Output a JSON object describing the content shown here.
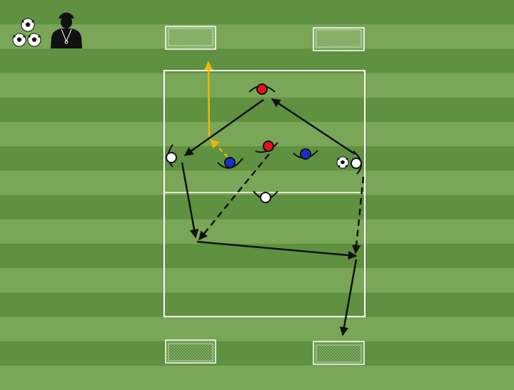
{
  "colors": {
    "grass_dark": "#5f9140",
    "grass_light": "#7aa657",
    "lines": "#ffffff",
    "red_player": "#e4141b",
    "blue_player": "#1632d6",
    "white_player": "#ffffff",
    "pass_arrow": "#111111",
    "yellow_arrow": "#f2b705"
  },
  "icons": {
    "coach": "coach-silhouette-icon",
    "ball": "soccer-ball-icon",
    "goal": "mini-goal-icon"
  },
  "players": [
    {
      "team": "red",
      "id": "red-1"
    },
    {
      "team": "red",
      "id": "red-2"
    },
    {
      "team": "blue",
      "id": "blue-1"
    },
    {
      "team": "blue",
      "id": "blue-2"
    },
    {
      "team": "white",
      "id": "white-left"
    },
    {
      "team": "white",
      "id": "white-right"
    },
    {
      "team": "white",
      "id": "white-center"
    }
  ],
  "goals": {
    "count": 4
  },
  "balls": {
    "equipment_pile": 3,
    "in_play": 1
  }
}
